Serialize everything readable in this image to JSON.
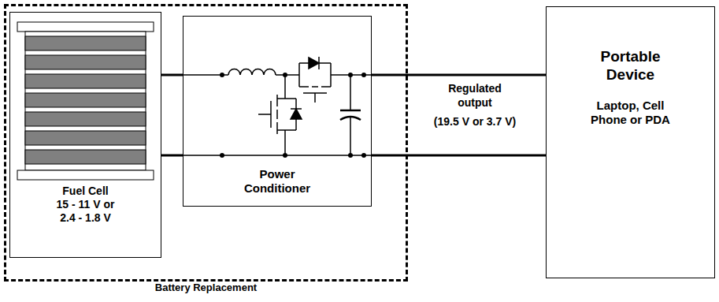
{
  "diagram": {
    "nodes": [
      {
        "text": [
          "Battery Replacement"
        ]
      },
      {
        "text": [
          "Fuel Cell 15 - 11 V or 2.4 - 1.8 V"
        ],
        "in": 0
      },
      {
        "text": [
          "Power Conditioner"
        ],
        "in": 0
      },
      {
        "text": [
          "Portable Device",
          "Laptop, Cell Phone or PDA"
        ]
      }
    ],
    "edges": [
      {
        "from": 1,
        "to": 2,
        "arrow": "none"
      },
      {
        "from": 1,
        "to": 2,
        "arrow": "none"
      },
      {
        "from": 2,
        "to": 3,
        "arrow": "none"
      },
      {
        "from": 2,
        "to": 3,
        "arrow": "none"
      }
    ],
    "labels": [
      "Regulated output",
      "(19.5 V or 3.7 V)"
    ]
  }
}
